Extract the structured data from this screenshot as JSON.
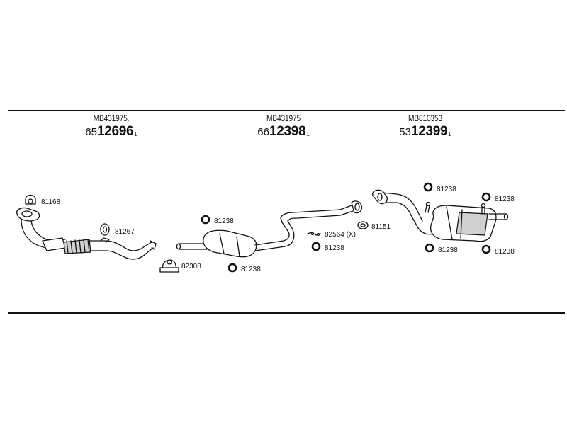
{
  "headers": [
    {
      "oem": "MB431975.",
      "prefix": "65",
      "number": "12696",
      "sup": "1"
    },
    {
      "oem": "MB431975",
      "prefix": "66",
      "number": "12398",
      "sup": "1"
    },
    {
      "oem": "MB810353",
      "prefix": "53",
      "number": "12399",
      "sup": "1"
    }
  ],
  "callouts": {
    "front_bracket": "81168",
    "front_hanger": "81267",
    "front_clamp": "82308",
    "mid_ring_top": "81238",
    "mid_ring_bottom": "81238",
    "mid_ring_right": "81238",
    "mid_joint": "82564 (X)",
    "mid_gasket": "81151",
    "rear_ring_top_left": "81238",
    "rear_ring_top_right": "81238",
    "rear_ring_bottom_left": "81238",
    "rear_ring_bottom_right": "81238"
  }
}
